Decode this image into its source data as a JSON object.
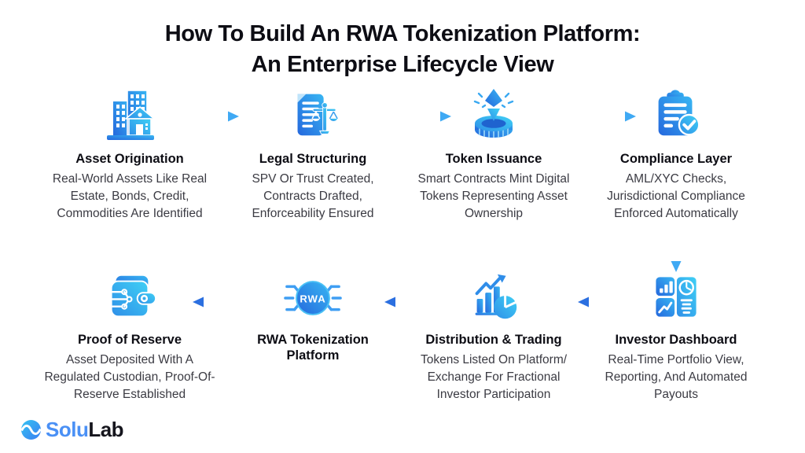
{
  "title": {
    "line1": "How To Build An RWA Tokenization Platform:",
    "line2": "An Enterprise Lifecycle View"
  },
  "steps": [
    {
      "title": "Asset Origination",
      "description": "Real-World Assets Like Real Estate, Bonds, Credit, Commodities Are Identified",
      "icon": "buildings-icon"
    },
    {
      "title": "Legal Structuring",
      "description": "SPV Or Trust Created, Contracts Drafted, Enforceability Ensured",
      "icon": "document-scales-icon"
    },
    {
      "title": "Token Issuance",
      "description": "Smart Contracts Mint Digital Tokens Representing Asset Ownership",
      "icon": "token-mint-coin-icon"
    },
    {
      "title": "Compliance Layer",
      "description": "AML/XYC Checks, Jurisdictional Compliance Enforced Automatically",
      "icon": "compliance-checklist-icon"
    },
    {
      "title": "Investor Dashboard",
      "description": "Real-Time Portfolio View, Reporting, And Automated Payouts",
      "icon": "dashboard-tiles-icon"
    },
    {
      "title": "Distribution & Trading",
      "description": "Tokens Listed On Platform/ Exchange For Fractional Investor Participation",
      "icon": "trading-chart-pie-icon"
    },
    {
      "title": "RWA Tokenization Platform",
      "description": "",
      "chip_label": "RWA",
      "icon": "rwa-chip-icon"
    },
    {
      "title": "Proof of Reserve",
      "description": "Asset Deposited With A Regulated Custodian, Proof-Of-Reserve Established",
      "icon": "wallet-circuit-icon"
    }
  ],
  "brand": {
    "name_part1": "Solu",
    "name_part2": "Lab"
  },
  "colors": {
    "icon_gradient_dark": "#2568dd",
    "icon_gradient_light": "#38b6f3",
    "icon_gradient_light2": "#3fd0f5",
    "arrow_blue": "#3b9af0",
    "title_text": "#0d0d14",
    "body_text": "#3b3b43",
    "brand_blue": "#4a90f5",
    "brand_dark": "#15151d"
  }
}
